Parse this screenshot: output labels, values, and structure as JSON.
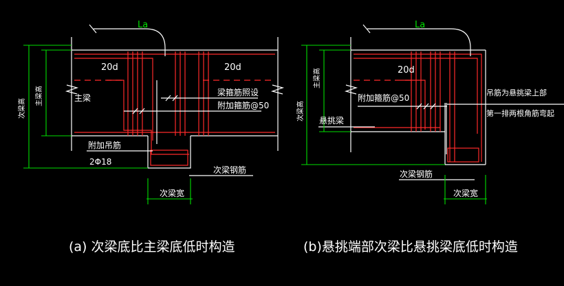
{
  "diagram_a": {
    "la": "La",
    "label_20d": "20d",
    "label_20d_right": "20d",
    "main_beam": "主梁",
    "stirrup_normal": "梁箍筋照设",
    "stirrup_added": "附加箍筋@50",
    "hanger_rebar": "附加吊筋",
    "hanger_spec": "2Φ18",
    "secondary_rebar": "次梁钢筋",
    "secondary_width": "次梁宽",
    "dim_main_height": "主梁高",
    "dim_secondary_height": "次梁高",
    "caption": "(a) 次梁底比主梁底低时构造"
  },
  "diagram_b": {
    "la": "La",
    "label_20d": "20d",
    "stirrup_added": "附加箍筋@50",
    "cantilever_beam": "悬挑梁",
    "hanger_note_1": "吊筋为悬挑梁上部",
    "hanger_note_2": "第一排两根角筋弯起",
    "secondary_rebar": "次梁钢筋",
    "secondary_width": "次梁宽",
    "dim_main_height": "主梁高",
    "dim_secondary_height": "次梁高",
    "caption": "(b)悬挑端部次梁比悬挑梁底低时构造"
  },
  "colors": {
    "background": "#000000",
    "outline": "#ffffff",
    "rebar": "#ff2a2a",
    "dimension": "#00e000"
  }
}
